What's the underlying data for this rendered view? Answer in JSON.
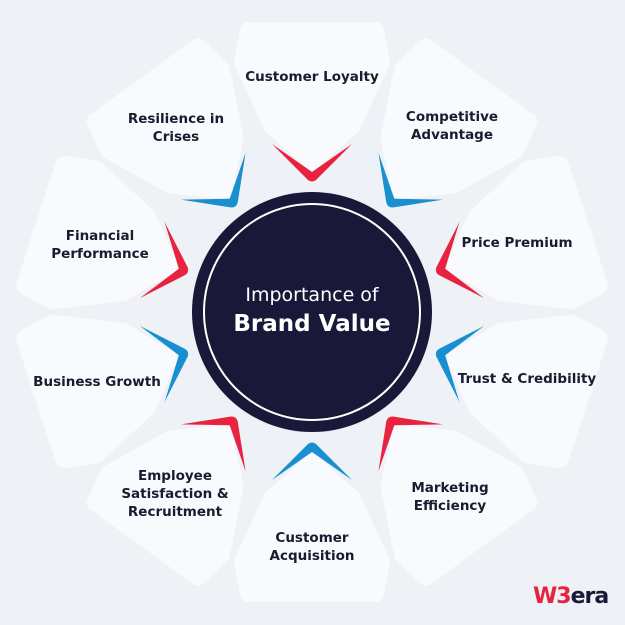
{
  "title_line1": "Importance of",
  "title_line2": "Brand Value",
  "colors": {
    "red": "#e8223f",
    "blue": "#1a8fd0",
    "center": "#1a1838"
  },
  "segments": [
    {
      "label": "Customer Loyalty",
      "accent": "red"
    },
    {
      "label": "Competitive Advantage",
      "accent": "blue"
    },
    {
      "label": "Price Premium",
      "accent": "red"
    },
    {
      "label": "Trust & Credibility",
      "accent": "blue"
    },
    {
      "label": "Marketing Efficiency",
      "accent": "red"
    },
    {
      "label": "Customer Acquisition",
      "accent": "blue"
    },
    {
      "label": "Employee Satisfaction & Recruitment",
      "accent": "red"
    },
    {
      "label": "Business Growth",
      "accent": "blue"
    },
    {
      "label": "Financial Performance",
      "accent": "red"
    },
    {
      "label": "Resilience in Crises",
      "accent": "blue"
    }
  ],
  "logo": {
    "prefix": "W3",
    "suffix": "era"
  }
}
